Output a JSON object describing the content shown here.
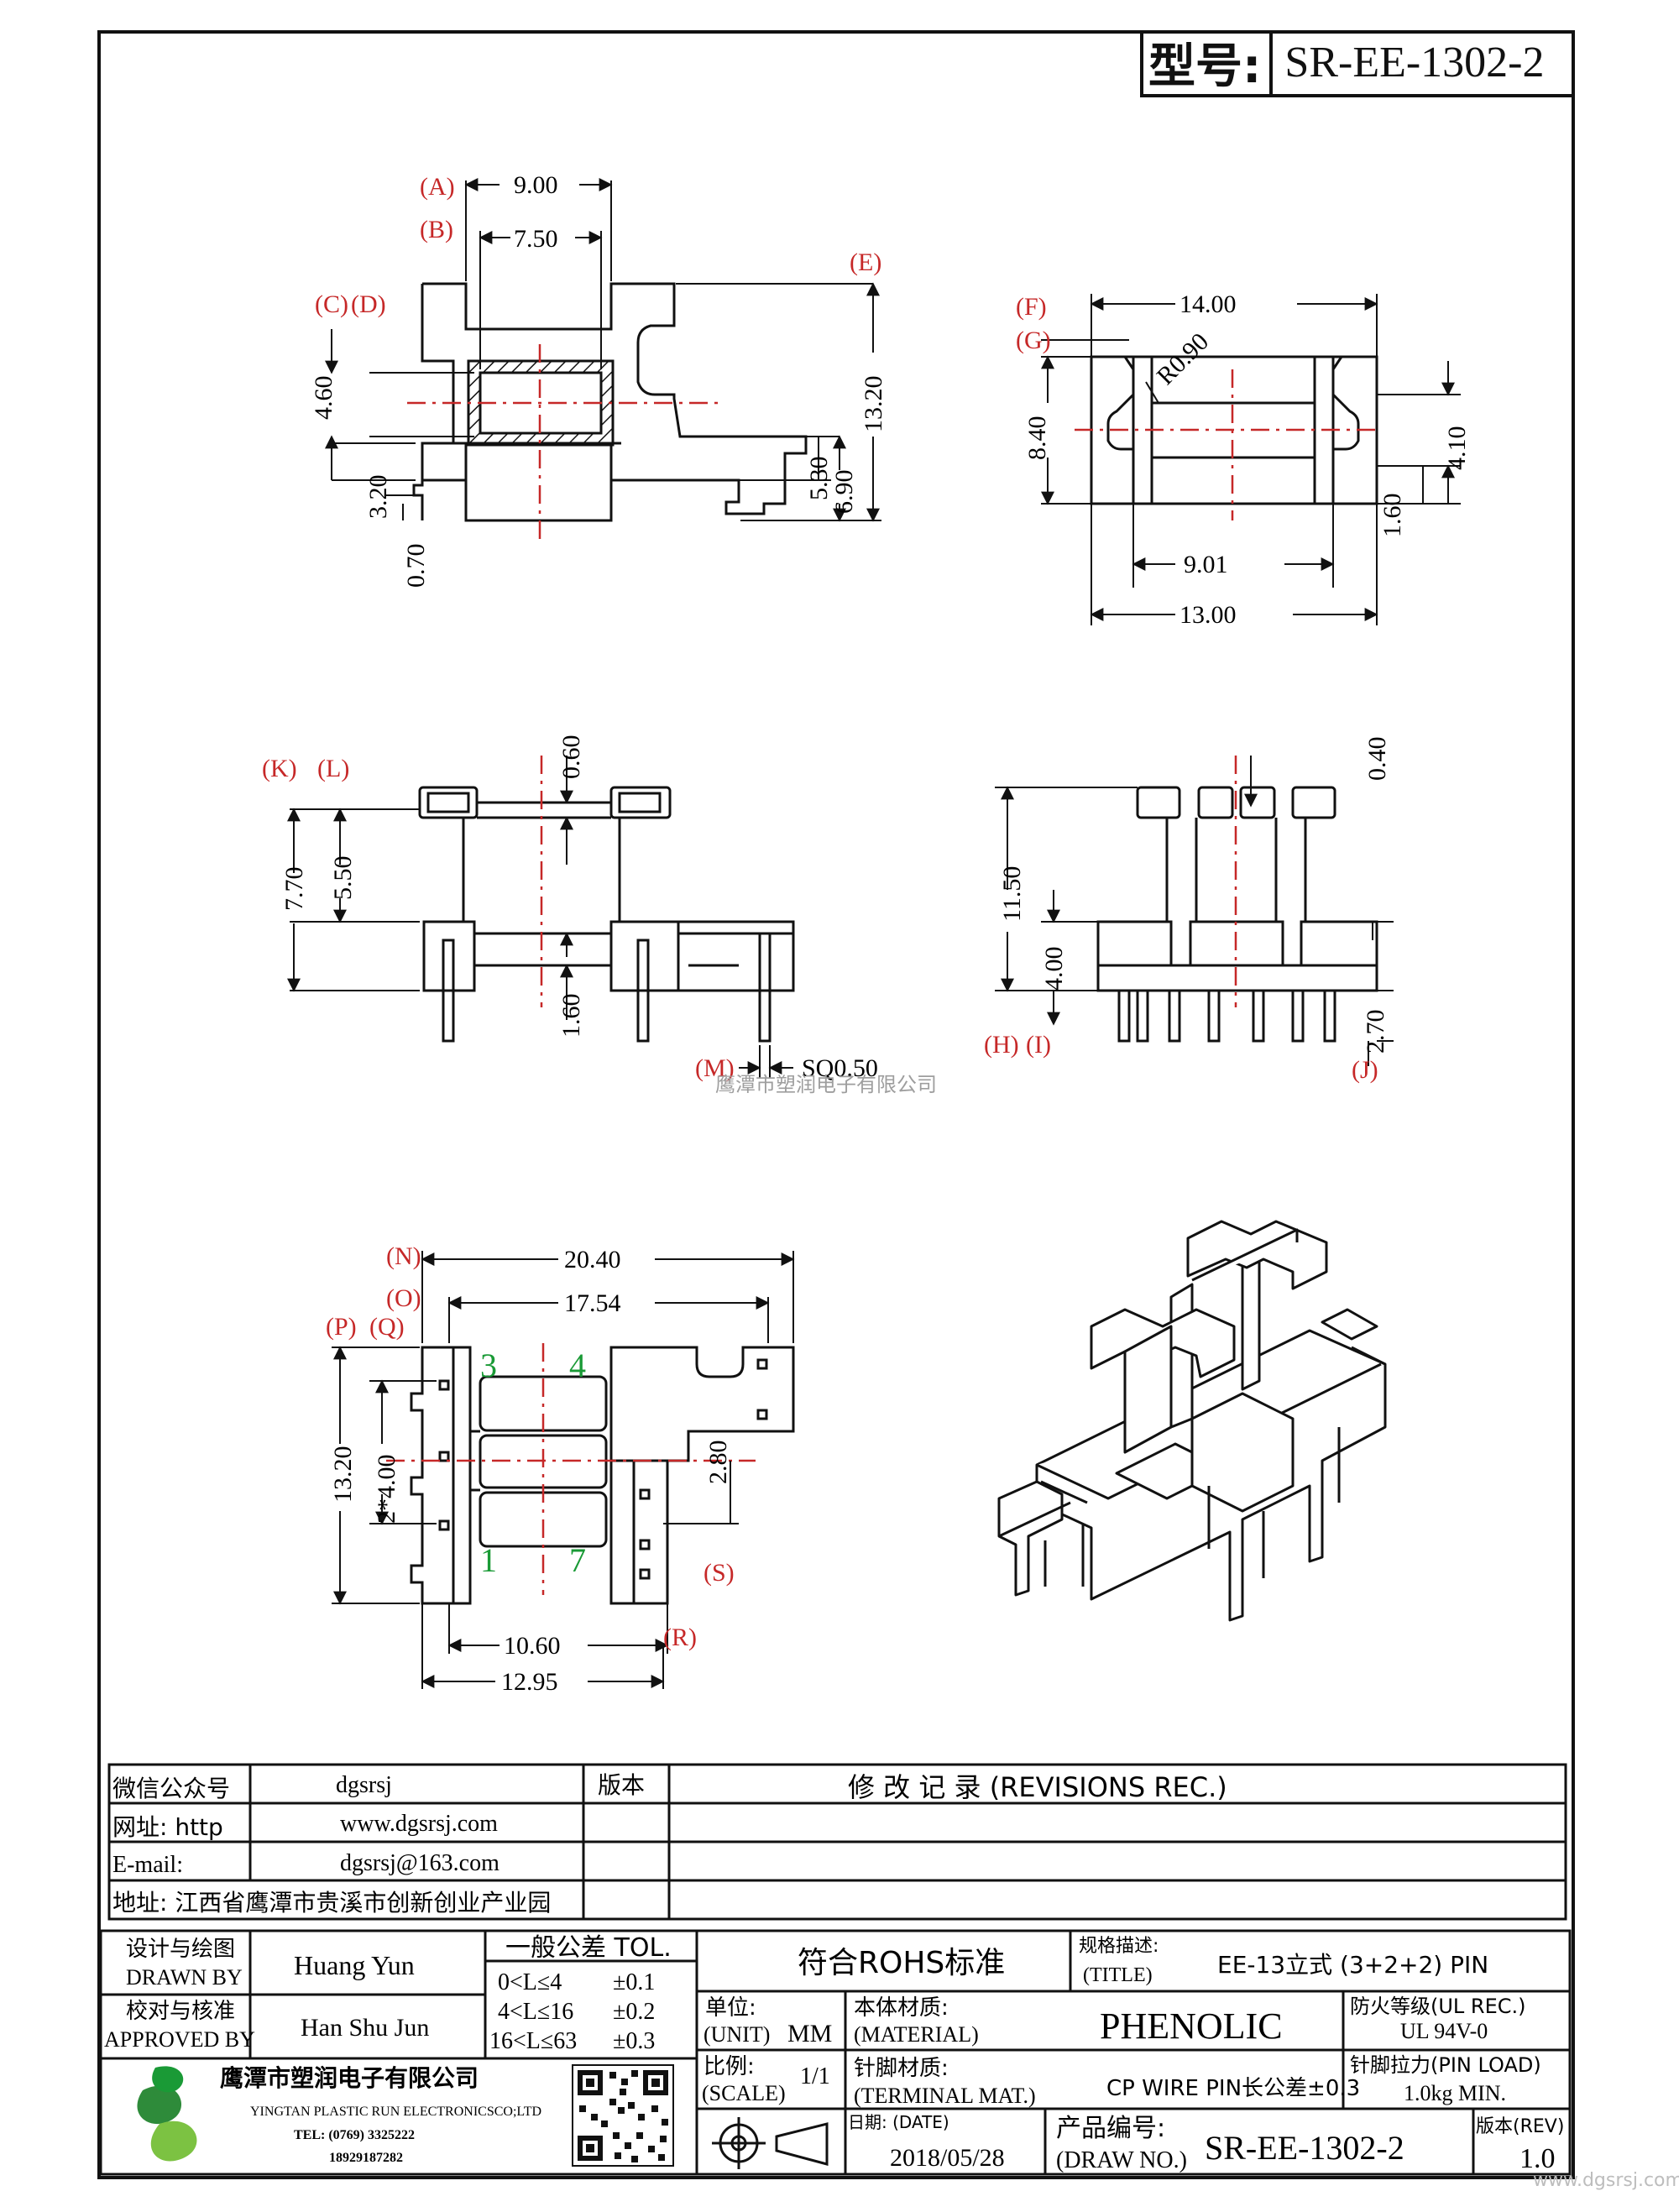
{
  "model": {
    "label": "型号:",
    "value": "SR-EE-1302-2"
  },
  "dimensions": {
    "top_left": [
      "9.00",
      "7.50",
      "4.60",
      "3.20",
      "0.70",
      "5.30",
      "6.90",
      "13.20"
    ],
    "top_right": [
      "14.00",
      "R0.90",
      "8.40",
      "4.10",
      "1.60",
      "9.01",
      "13.00"
    ],
    "mid_left": [
      "0.60",
      "7.70",
      "5.50",
      "1.60",
      "SQ0.50"
    ],
    "mid_right": [
      "0.40",
      "11.50",
      "4.00",
      "2.70"
    ],
    "bottom": [
      "20.40",
      "17.54",
      "13.20",
      "2*4.00",
      "2.80",
      "10.60",
      "12.95"
    ]
  },
  "markers": [
    "(A)",
    "(B)",
    "(C)",
    "(D)",
    "(E)",
    "(F)",
    "(G)",
    "(K)",
    "(L)",
    "(H)",
    "(I)",
    "(J)",
    "(M)",
    "(N)",
    "(O)",
    "(P)",
    "(Q)",
    "(R)",
    "(S)"
  ],
  "pin_numbers": [
    "3",
    "4",
    "1",
    "7"
  ],
  "watermark": "鹰潭市塑润电子有限公司",
  "contact": {
    "wechat_label": "微信公众号",
    "wechat_value": "dgsrsj",
    "web_label": "网址: http",
    "web_value": "www.dgsrsj.com",
    "email_label": "E-mail:",
    "email_value": "dgsrsj@163.com",
    "address": "地址: 江西省鹰潭市贵溪市创新创业产业园"
  },
  "revisions": {
    "version_label": "版本",
    "title": "修 改 记 录   (REVISIONS REC.)"
  },
  "title_block": {
    "drawn_cn": "设计与绘图",
    "drawn_en": "DRAWN BY",
    "drawn_name": "Huang  Yun",
    "approved_cn": "校对与核准",
    "approved_en": "APPROVED BY",
    "approved_name": "Han Shu Jun",
    "tol_title": "一般公差 TOL.",
    "tol_rows": [
      {
        "range": "0<L≤4",
        "tol": "±0.1"
      },
      {
        "range": "4<L≤16",
        "tol": "±0.2"
      },
      {
        "range": "16<L≤63",
        "tol": "±0.3"
      }
    ],
    "rohs": "符合ROHS标准",
    "spec_cn": "规格描述:",
    "spec_en": "(TITLE)",
    "spec_value": "EE-13立式 (3+2+2) PIN",
    "unit_cn": "单位:",
    "unit_en": "(UNIT)",
    "unit_value": "MM",
    "material_cn": "本体材质:",
    "material_en": "(MATERIAL)",
    "material_value": "PHENOLIC",
    "fire_cn": "防火等级(UL REC.)",
    "fire_value": "UL 94V-0",
    "scale_cn": "比例:",
    "scale_en": "(SCALE)",
    "scale_value": "1/1",
    "terminal_cn": "针脚材质:",
    "terminal_en": "(TERMINAL MAT.)",
    "terminal_value": "CP WIRE  PIN长公差±0.3",
    "pinload_cn": "针脚拉力(PIN LOAD)",
    "pinload_value": "1.0kg MIN.",
    "date_cn": "日期: (DATE)",
    "date_value": "2018/05/28",
    "drawno_cn": "产品编号:",
    "drawno_en": "(DRAW NO.)",
    "drawno_value": "SR-EE-1302-2",
    "rev_cn": "版本(REV)",
    "rev_value": "1.0"
  },
  "company": {
    "name_cn": "鹰潭市塑润电子有限公司",
    "name_en": "YINGTAN PLASTIC RUN ELECTRONICSCO;LTD",
    "tel": "TEL: (0769) 3325222",
    "mobile": "18929187282"
  },
  "corner_watermark": "www.dgsrsj.com"
}
